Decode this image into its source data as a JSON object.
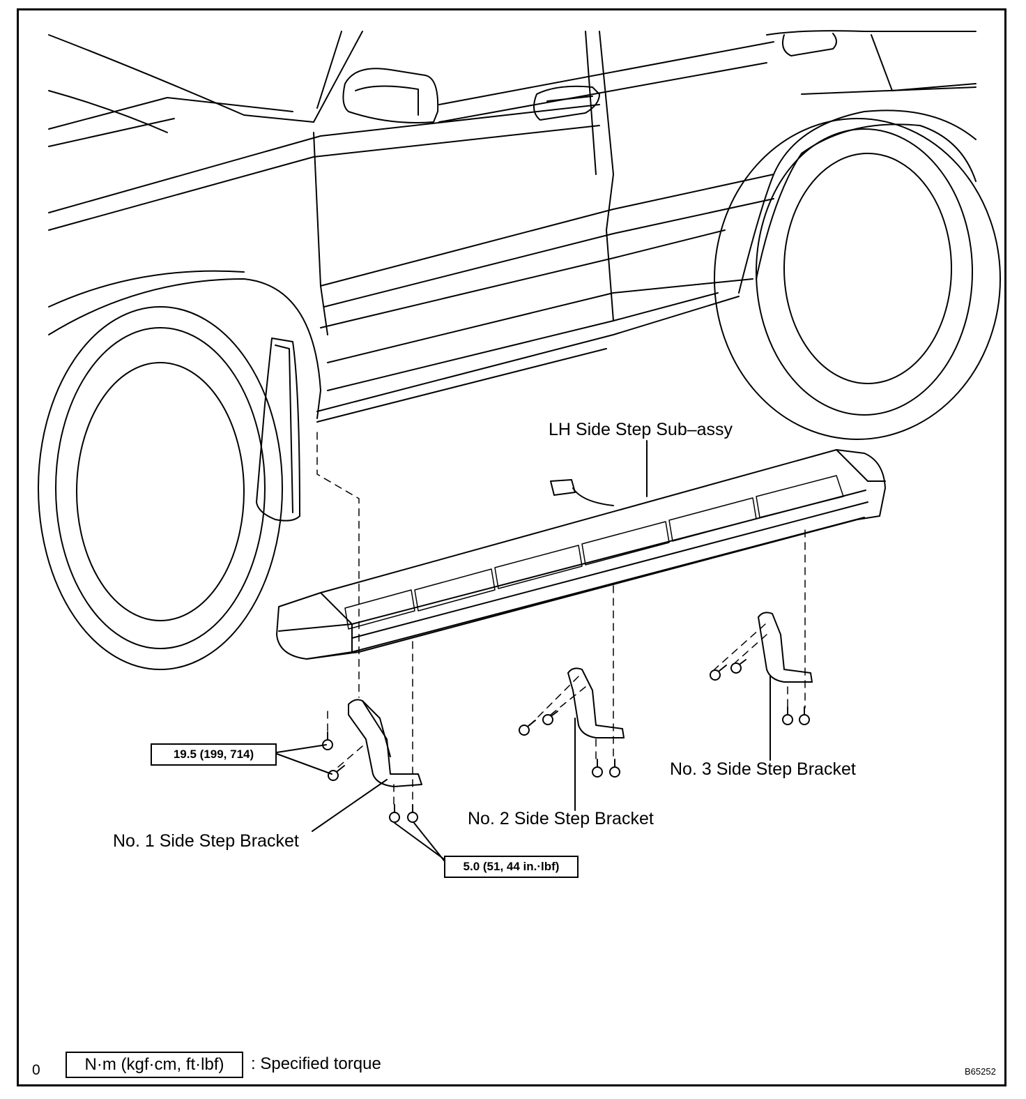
{
  "diagram": {
    "callouts": {
      "side_step": "LH Side Step Sub–assy",
      "bracket_1": "No. 1 Side Step Bracket",
      "bracket_2": "No. 2 Side Step Bracket",
      "bracket_3": "No. 3 Side Step Bracket"
    },
    "torque_specs": {
      "upper_bolts": "19.5 (199, 714)",
      "lower_bolts": "5.0 (51, 44 in.·lbf)"
    },
    "legend": {
      "marker": "0",
      "unit_box": "N·m (kgf·cm, ft·lbf)",
      "description": ": Specified torque"
    },
    "figure_code": "B65252"
  },
  "colors": {
    "line": "#000000",
    "background": "#ffffff"
  }
}
